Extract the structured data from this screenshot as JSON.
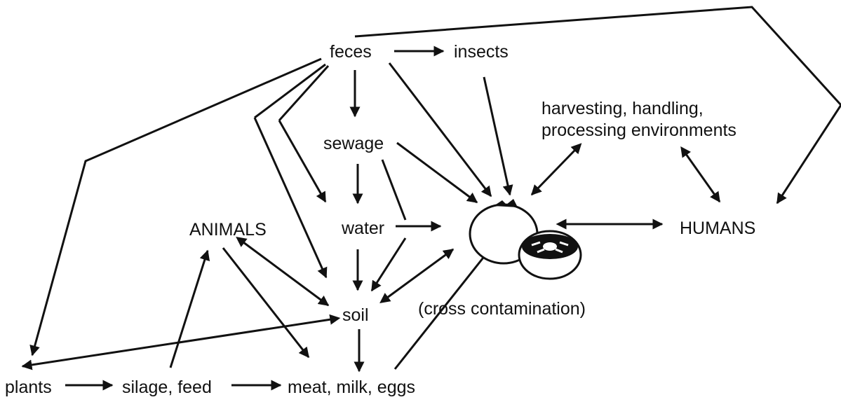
{
  "nodes": {
    "feces": "feces",
    "insects": "insects",
    "sewage": "sewage",
    "water": "water",
    "animals": "ANIMALS",
    "soil": "soil",
    "harvesting_line1": "harvesting, handling,",
    "harvesting_line2": "processing environments",
    "humans": "HUMANS",
    "cross_contamination": "(cross contamination)",
    "plants": "plants",
    "silage_feed": "silage, feed",
    "meat_milk_eggs": "meat, milk, eggs"
  },
  "icons": {
    "produce": "tomato-icon"
  },
  "colors": {
    "ink": "#111111",
    "background": "#ffffff"
  }
}
